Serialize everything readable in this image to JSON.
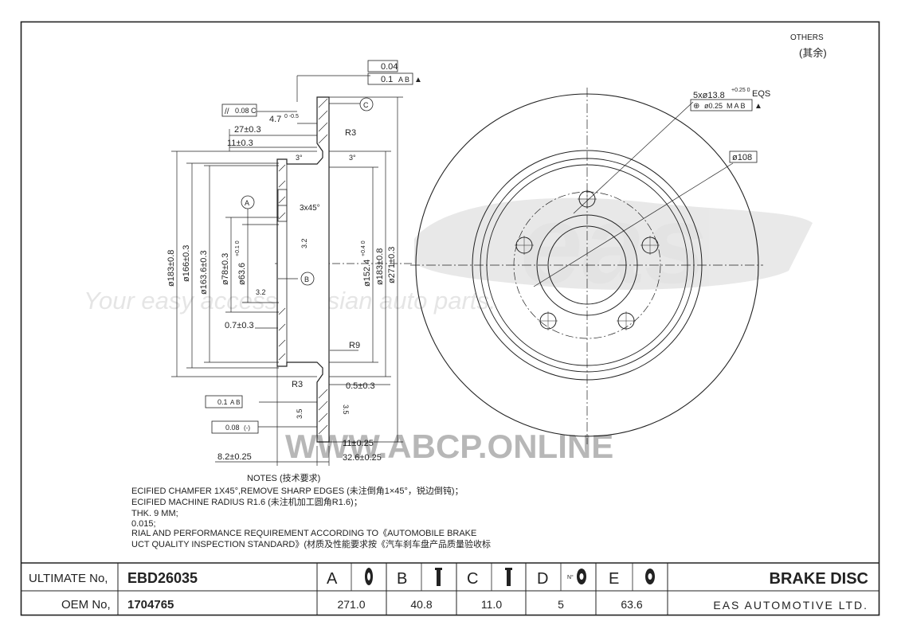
{
  "watermark": {
    "logo": "eas",
    "slogan": "Your easy access to Asian auto parts.",
    "site": "WWW.ABCP.ONLINE"
  },
  "corner_note": {
    "line1": "OTHERS",
    "line2": "(其余)"
  },
  "dimensions": {
    "flatness_top": "0.04",
    "runout_top": "0.1",
    "runout_top_ref": "A B",
    "parallel": "0.08",
    "parallel_ref": "C",
    "thk_outer": "4.7",
    "thk_outer_tol": "0 -0.5",
    "d27": "27±0.3",
    "d11": "11±0.3",
    "r3_top": "R3",
    "angle_left": "3°",
    "angle_right": "3°",
    "datum_a": "A",
    "datum_b": "B",
    "datum_c": "C",
    "chamfer": "3x45°",
    "rough1": "3.2",
    "rough2": "3.2",
    "dia183_left": "ø183±0.8",
    "dia166": "ø166±0.3",
    "dia163": "ø163.6±0.3",
    "dia78": "ø78±0.3",
    "dia63": "ø63.6",
    "dia63_tol": "+0.1 0",
    "dia152": "ø152.4",
    "dia152_tol": "+0.4 0",
    "dia183_right": "ø183±0.8",
    "dia271": "ø271±0.3",
    "d07": "0.7±0.3",
    "r9": "R9",
    "r3_bot": "R3",
    "d05": "0.5±0.3",
    "runout_bot": "0.1",
    "runout_bot_ref": "A B",
    "flatness_bot": "0.08",
    "flatness_bot_ref": "(-)",
    "rough35a": "3.5",
    "rough35b": "3.5",
    "d11_bot": "11±0.25",
    "d82": "8.2±0.25",
    "d326": "32.6±0.25",
    "holes": "5xø13.8",
    "holes_tol": "+0.25 0",
    "holes_eqs": "EQS",
    "pos_tol": "ø0.25",
    "pos_ref": "M A B",
    "pcd": "ø108"
  },
  "notes": {
    "title": "NOTES (技术要求)",
    "lines": [
      "ECIFIED CHAMFER 1X45°,REMOVE SHARP EDGES (未注倒角1×45°，锐边倒钝)；",
      "ECIFIED MACHINE RADIUS R1.6 (未注机加工圆角R1.6)；",
      "THK. 9 MM;",
      "0.015;",
      "RIAL AND PERFORMANCE REQUIREMENT ACCORDING TO《AUTOMOBILE BRAKE",
      "UCT QUALITY INSPECTION STANDARD》(材质及性能要求按《汽车刹车盘产品质量验收标"
    ]
  },
  "title_block": {
    "ultimate_label": "ULTIMATE No,",
    "ultimate_value": "EBD26035",
    "oem_label": "OEM No,",
    "oem_value": "1704765",
    "columns": [
      {
        "letter": "A",
        "value": "271.0",
        "icon": "disc-diameter-icon"
      },
      {
        "letter": "B",
        "value": "40.8",
        "icon": "disc-height-icon"
      },
      {
        "letter": "C",
        "value": "11.0",
        "icon": "disc-thickness-icon"
      },
      {
        "letter": "D",
        "value": "5",
        "icon": "bolt-holes-icon"
      },
      {
        "letter": "E",
        "value": "63.6",
        "icon": "center-bore-icon"
      }
    ],
    "product": "BRAKE DISC",
    "company": "EAS AUTOMOTIVE LTD."
  }
}
